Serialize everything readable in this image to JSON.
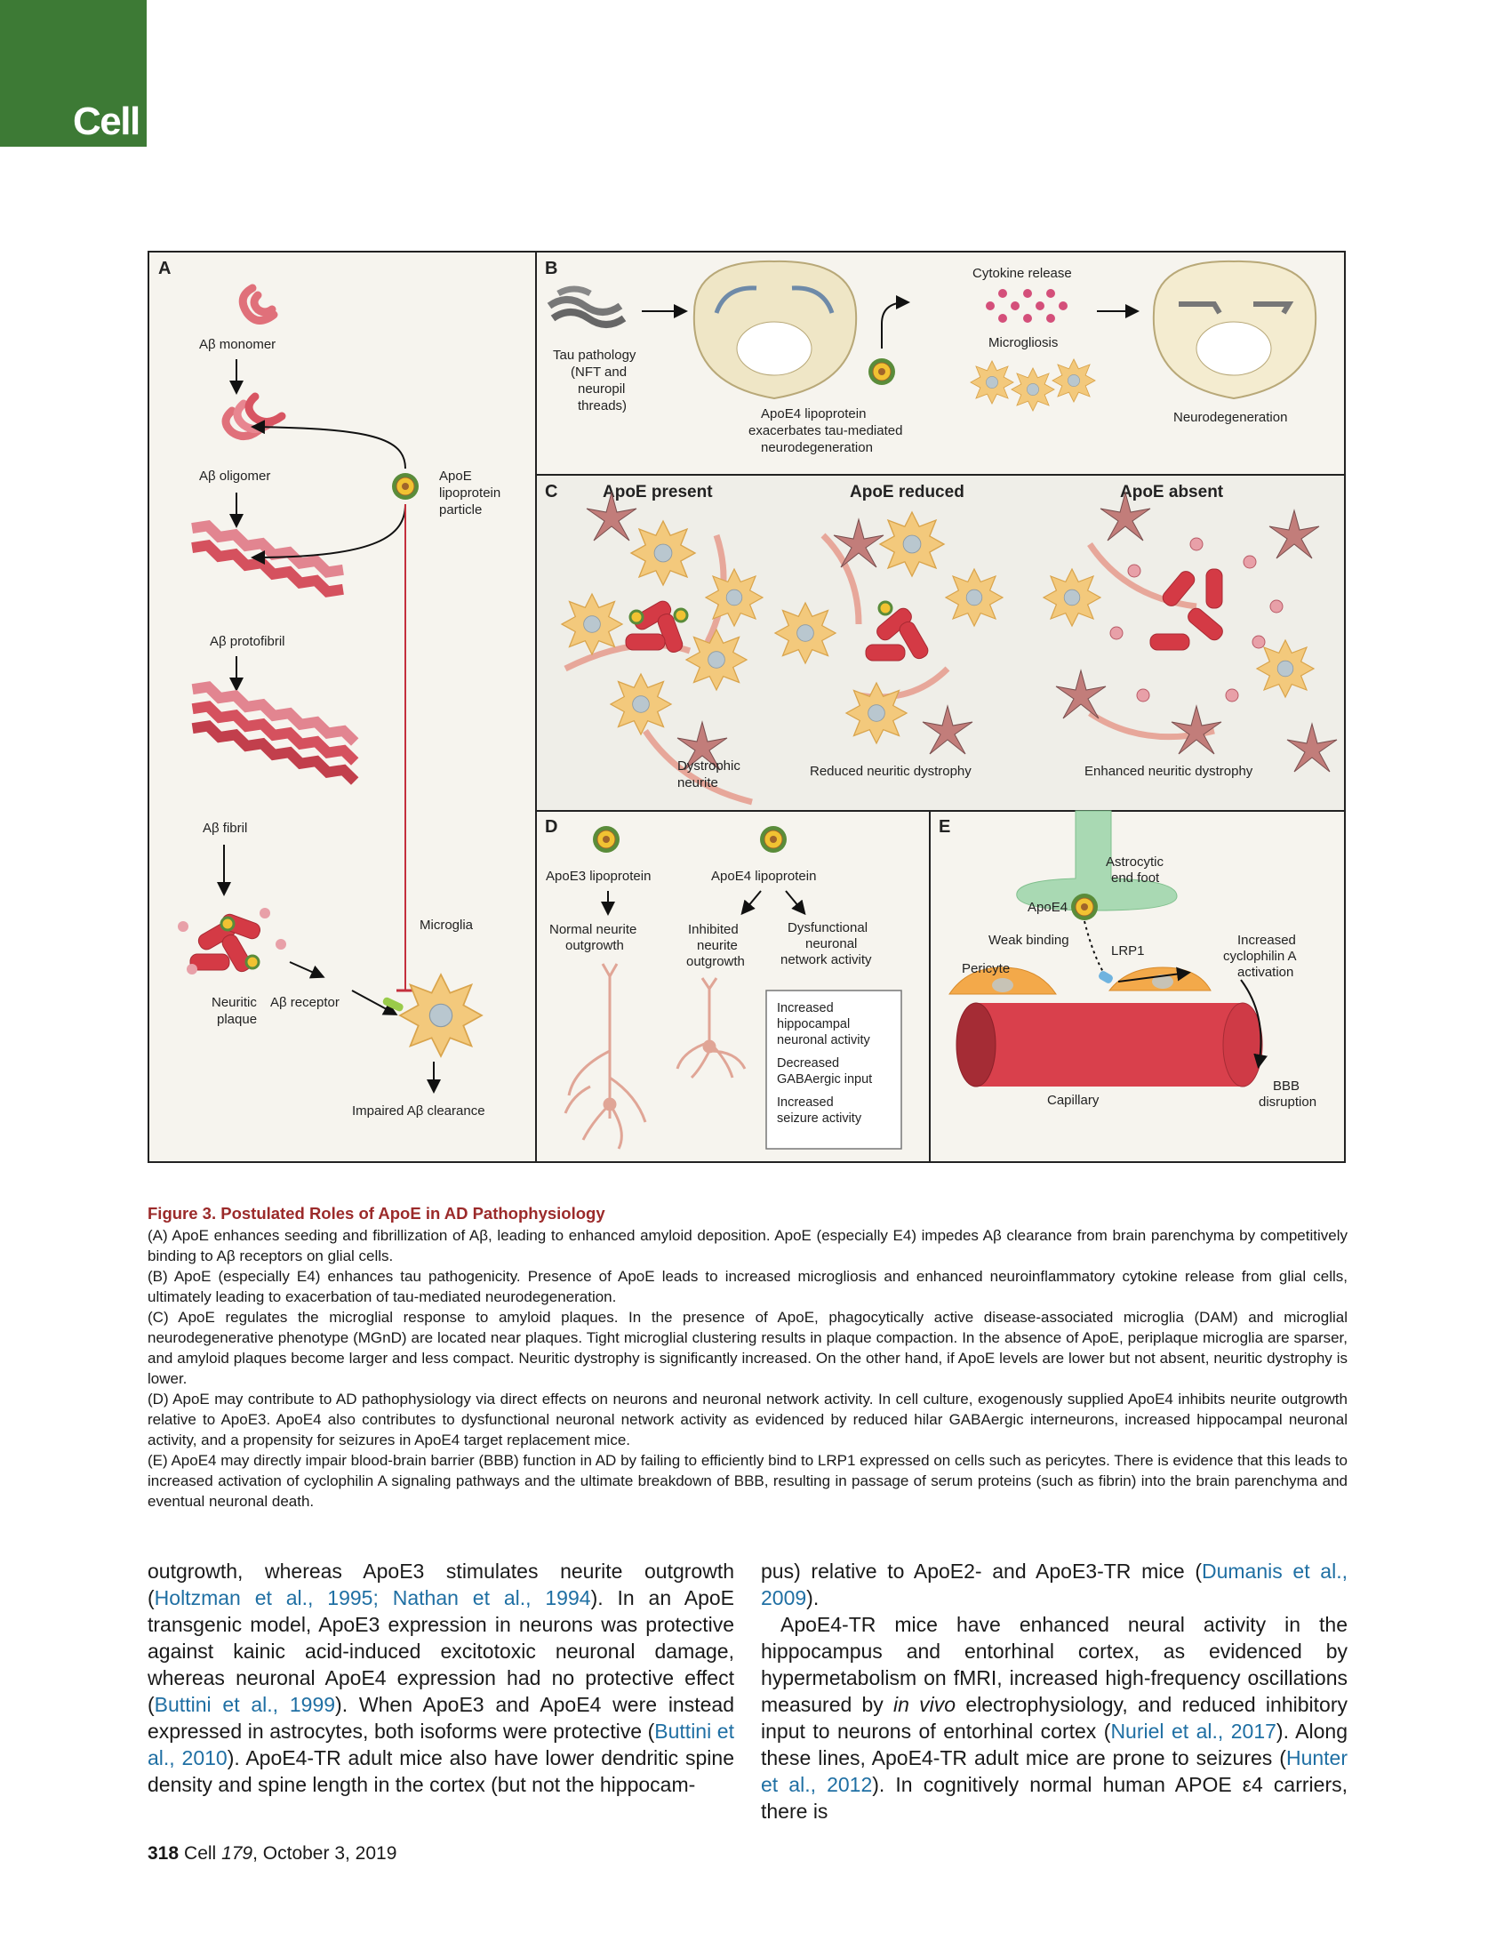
{
  "journal": {
    "tab_label": "Cell",
    "tab_color": "#3d7a35"
  },
  "figure": {
    "panel_letters": {
      "a": "A",
      "b": "B",
      "c": "C",
      "d": "D",
      "e": "E"
    },
    "panel_a": {
      "monomer": "Aβ monomer",
      "oligomer": "Aβ oligomer",
      "protofibril": "Aβ protofibril",
      "fibril": "Aβ fibril",
      "apoe_particle": [
        "ApoE",
        "lipoprotein",
        "particle"
      ],
      "microglia": "Microglia",
      "plaque": [
        "Neuritic",
        "plaque"
      ],
      "receptor": "Aβ receptor",
      "clearance": "Impaired Aβ clearance"
    },
    "panel_b": {
      "tau": [
        "Tau pathology",
        "(NFT and",
        "neuropil",
        "threads)"
      ],
      "cytokine": "Cytokine release",
      "microgliosis": "Microgliosis",
      "apoe4": [
        "ApoE4 lipoprotein",
        "exacerbates tau-mediated",
        "neurodegeneration"
      ],
      "neurodegeneration": "Neurodegeneration"
    },
    "panel_c": {
      "present": "ApoE present",
      "reduced": "ApoE reduced",
      "absent": "ApoE absent",
      "dystrophic": [
        "Dystrophic",
        "neurite"
      ],
      "reduced_dys": "Reduced neuritic dystrophy",
      "enhanced_dys": "Enhanced neuritic dystrophy"
    },
    "panel_d": {
      "apoe3": "ApoE3 lipoprotein",
      "apoe4": "ApoE4 lipoprotein",
      "normal": [
        "Normal neurite",
        "outgrowth"
      ],
      "inhibited": [
        "Inhibited",
        "neurite",
        "outgrowth"
      ],
      "dysfunctional": [
        "Dysfunctional",
        "neuronal",
        "network activity"
      ],
      "box": [
        "Increased",
        "hippocampal",
        "neuronal activity",
        "Decreased",
        "GABAergic input",
        "Increased",
        "seizure activity"
      ]
    },
    "panel_e": {
      "astrocytic": [
        "Astrocytic",
        "end foot"
      ],
      "apoe4": "ApoE4",
      "weak": "Weak binding",
      "lrp1": "LRP1",
      "pericyte": "Pericyte",
      "cyclophilin": [
        "Increased",
        "cyclophilin A",
        "activation"
      ],
      "capillary": "Capillary",
      "bbb": [
        "BBB",
        "disruption"
      ]
    }
  },
  "caption": {
    "title": "Figure 3. Postulated Roles of ApoE in AD Pathophysiology",
    "a": "(A) ApoE enhances seeding and fibrillization of Aβ, leading to enhanced amyloid deposition. ApoE (especially E4) impedes Aβ clearance from brain parenchyma by competitively binding to Aβ receptors on glial cells.",
    "b": "(B) ApoE (especially E4) enhances tau pathogenicity. Presence of ApoE leads to increased microgliosis and enhanced neuroinflammatory cytokine release from glial cells, ultimately leading to exacerbation of tau-mediated neurodegeneration.",
    "c": "(C) ApoE regulates the microglial response to amyloid plaques. In the presence of ApoE, phagocytically active disease-associated microglia (DAM) and microglial neurodegenerative phenotype (MGnD) are located near plaques. Tight microglial clustering results in plaque compaction. In the absence of ApoE, periplaque microglia are sparser, and amyloid plaques become larger and less compact. Neuritic dystrophy is significantly increased. On the other hand, if ApoE levels are lower but not absent, neuritic dystrophy is lower.",
    "d": "(D) ApoE may contribute to AD pathophysiology via direct effects on neurons and neuronal network activity. In cell culture, exogenously supplied ApoE4 inhibits neurite outgrowth relative to ApoE3. ApoE4 also contributes to dysfunctional neuronal network activity as evidenced by reduced hilar GABAergic interneurons, increased hippocampal neuronal activity, and a propensity for seizures in ApoE4 target replacement mice.",
    "e": "(E) ApoE4 may directly impair blood-brain barrier (BBB) function in AD by failing to efficiently bind to LRP1 expressed on cells such as pericytes. There is evidence that this leads to increased activation of cyclophilin A signaling pathways and the ultimate breakdown of BBB, resulting in passage of serum proteins (such as fibrin) into the brain parenchyma and eventual neuronal death."
  },
  "body": {
    "left": {
      "t1": "outgrowth, whereas ApoE3 stimulates neurite outgrowth (",
      "c1": "Holtzman et al., 1995; Nathan et al., 1994",
      "t2": "). In an ApoE transgenic model, ApoE3 expression in neurons was protective against kainic acid-induced excitotoxic neuronal damage, whereas neuronal ApoE4 expression had no protective effect (",
      "c2": "Buttini et al., 1999",
      "t3": "). When ApoE3 and ApoE4 were instead expressed in astrocytes, both isoforms were protective (",
      "c3": "Buttini et al., 2010",
      "t4": "). ApoE4-TR adult mice also have lower dendritic spine density and spine length in the cortex (but not the hippocam-"
    },
    "right": {
      "t1": "pus) relative to ApoE2- and ApoE3-TR mice (",
      "c1": "Dumanis et al., 2009",
      "t2": ").",
      "t3": "ApoE4-TR mice have enhanced neural activity in the hippocampus and entorhinal cortex, as evidenced by hypermetabolism on fMRI, increased high-frequency oscillations measured by ",
      "t3i": "in vivo",
      "t4": " electrophysiology, and reduced inhibitory input to neurons of entorhinal cortex (",
      "c2": "Nuriel et al., 2017",
      "t5": "). Along these lines, ApoE4-TR adult mice are prone to seizures (",
      "c3": "Hunter et al., 2012",
      "t6": "). In cognitively normal human APOE ε4 carriers, there is"
    }
  },
  "footer": {
    "page": "318",
    "journal": "Cell ",
    "volume": "179",
    "date": ", October 3, 2019"
  }
}
